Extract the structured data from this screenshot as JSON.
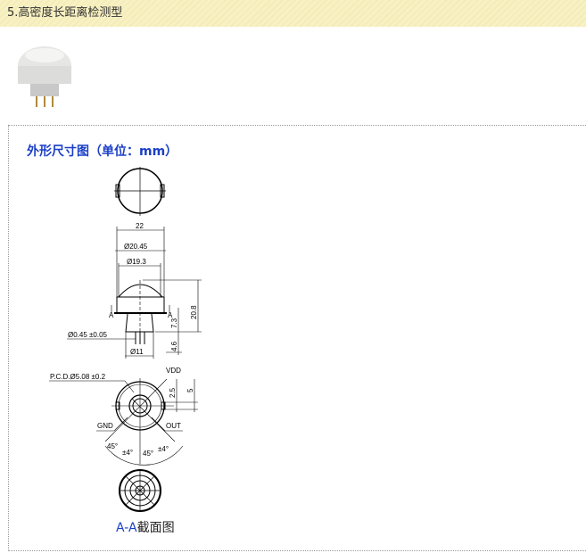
{
  "header": {
    "title": "5.高密度长距离检测型"
  },
  "section": {
    "title": "外形尺寸图（单位：mm）"
  },
  "drawing": {
    "dim_22": "22",
    "dim_d2045": "Ø20.45",
    "dim_d193": "Ø19.3",
    "dim_208": "20.8",
    "dim_73": "7.3",
    "dim_46": "4.6",
    "dim_pin": "Ø0.45 ±0.05",
    "dim_d11": "Ø11",
    "section_mark": "A",
    "pcd": "P.C.D.Ø5.08 ±0.2",
    "vdd": "VDD",
    "gnd": "GND",
    "out": "OUT",
    "dim_25": "2.5",
    "dim_5": "5",
    "angle1": "45°",
    "tol1": "±4°",
    "angle2": "45°",
    "tol2": "±4°"
  },
  "caption": {
    "prefix": "A-A",
    "text": "截面图"
  }
}
